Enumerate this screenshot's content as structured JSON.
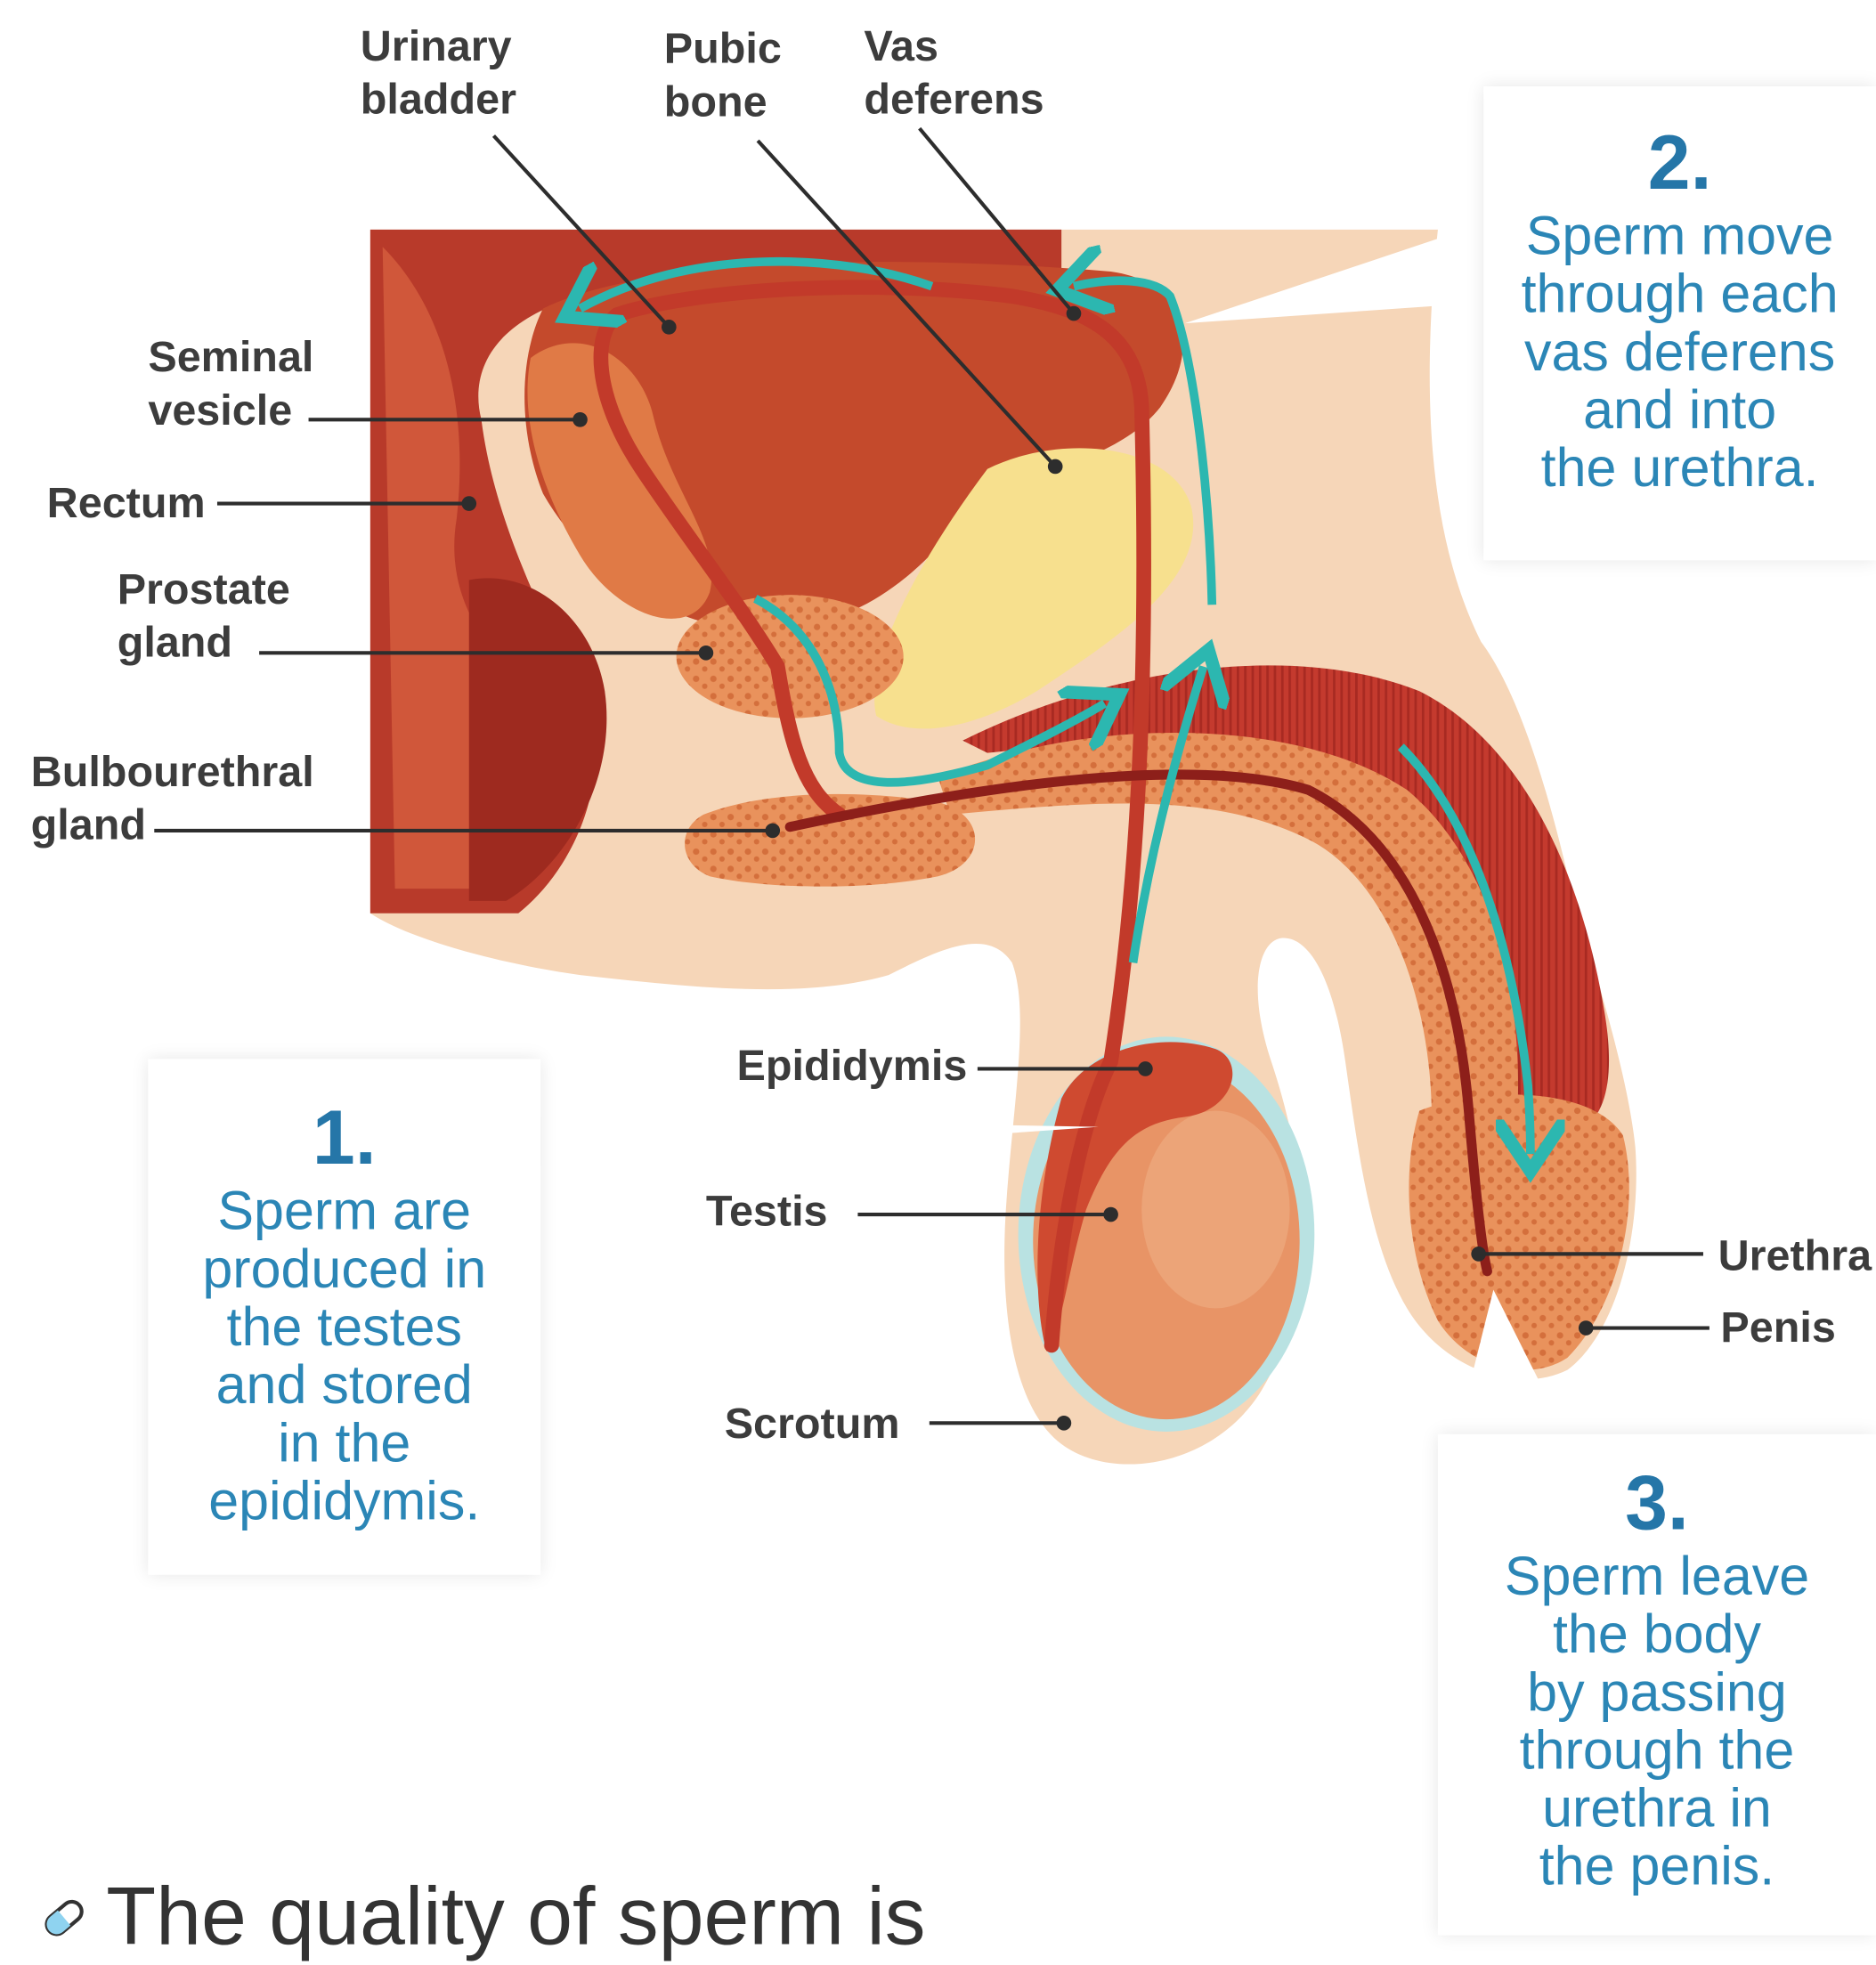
{
  "labels": {
    "urinary_bladder": [
      "Urinary",
      "bladder"
    ],
    "pubic_bone": [
      "Pubic",
      "bone"
    ],
    "vas_deferens": [
      "Vas",
      "deferens"
    ],
    "seminal_vesicle": [
      "Seminal",
      "vesicle"
    ],
    "rectum": "Rectum",
    "prostate_gland": [
      "Prostate",
      "gland"
    ],
    "bulbourethral_gland": [
      "Bulbourethral",
      "gland"
    ],
    "epididymis": "Epididymis",
    "testis": "Testis",
    "scrotum": "Scrotum",
    "urethra": "Urethra",
    "penis": "Penis"
  },
  "callouts": [
    {
      "number": "1.",
      "lines": [
        "Sperm are",
        "produced in",
        "the testes",
        "and stored",
        "in the",
        "epididymis."
      ]
    },
    {
      "number": "2.",
      "lines": [
        "Sperm move",
        "through each",
        "vas deferens",
        "and into",
        "the urethra."
      ]
    },
    {
      "number": "3.",
      "lines": [
        "Sperm leave",
        "the body",
        "by passing",
        "through the",
        "urethra in",
        "the penis."
      ]
    }
  ],
  "bottom_text": "The quality of sperm is",
  "colors": {
    "skin": "#f6d6b8",
    "muscle_dark": "#b8342a",
    "muscle": "#cc4a2e",
    "tissue_orange": "#e0703c",
    "bone_yellow": "#f7e08e",
    "arrow_teal": "#2cb7b0",
    "callout_text": "#2b86b6"
  },
  "icons": [
    "pill-icon"
  ]
}
